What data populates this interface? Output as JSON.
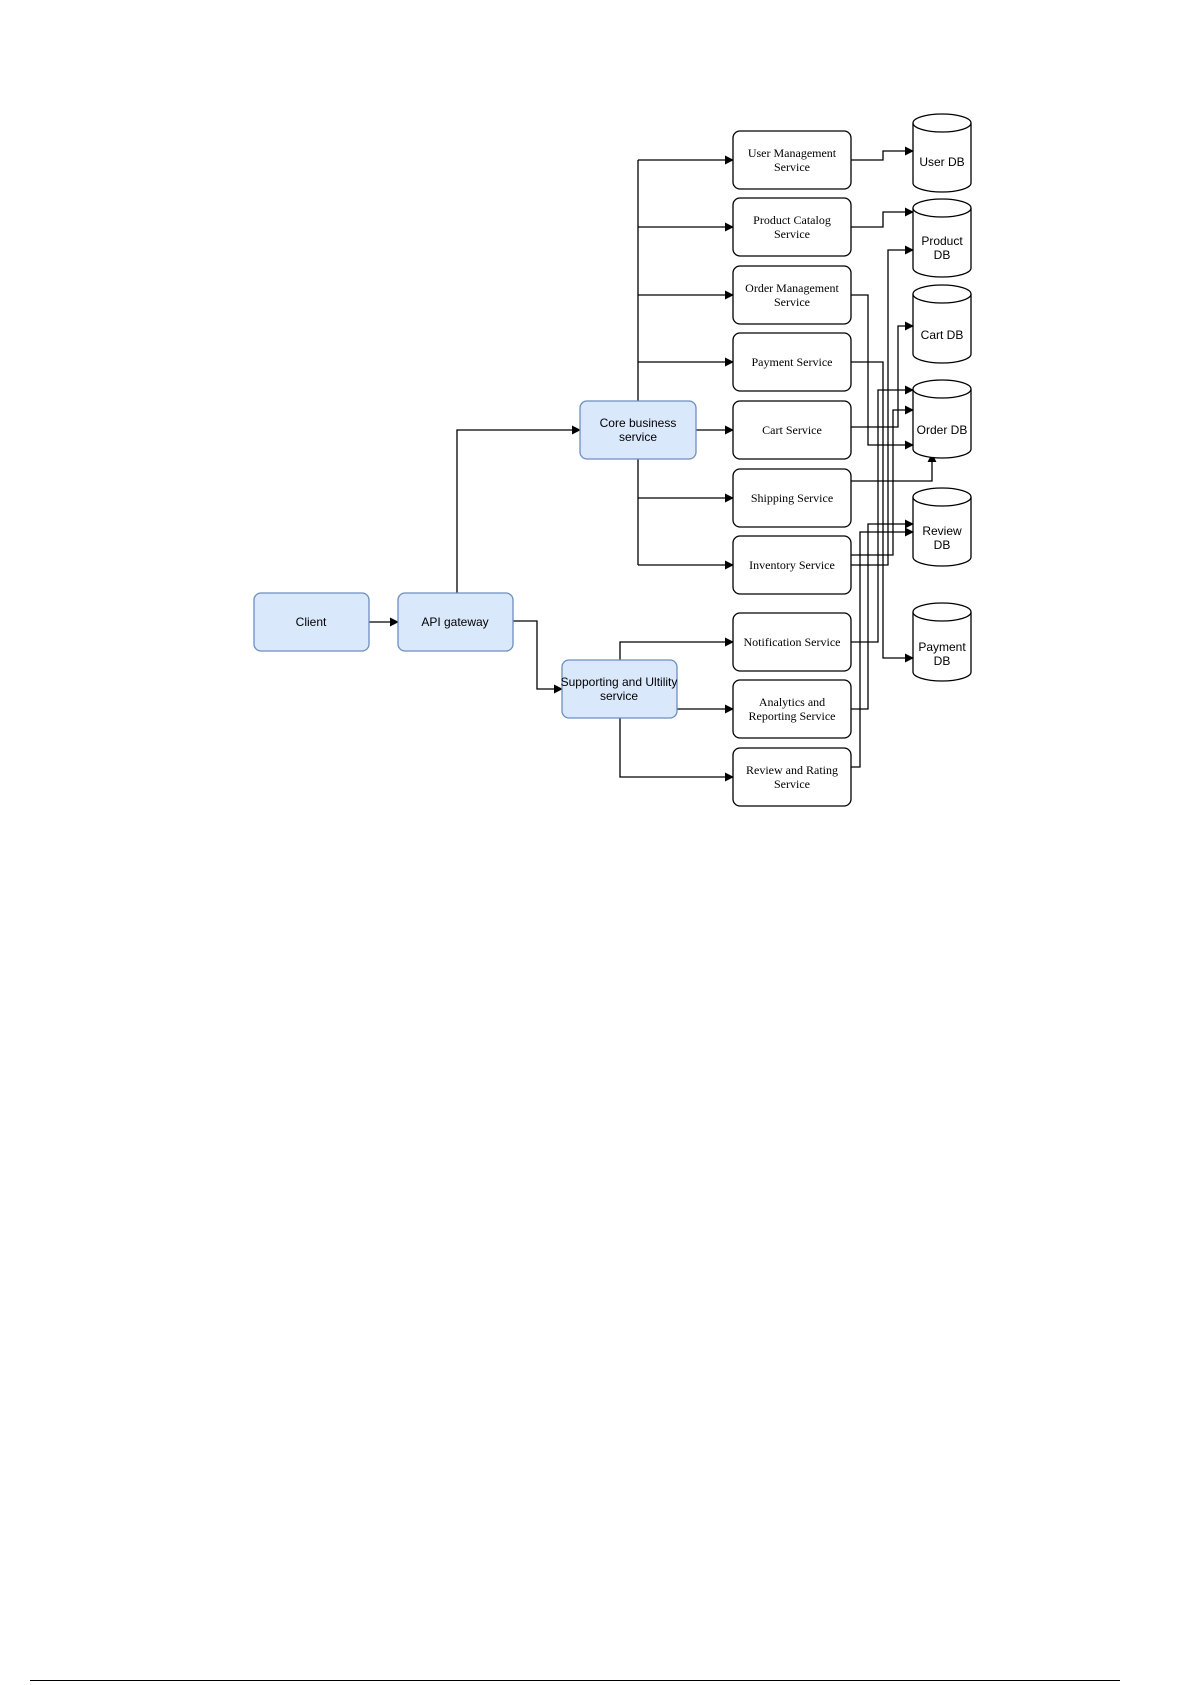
{
  "colors": {
    "page_background": "#ffffff",
    "gateway_fill": "#dae8fc",
    "gateway_stroke": "#6c8ebf",
    "service_fill": "#ffffff",
    "stroke": "#000000"
  },
  "nodes": {
    "client": [
      "Client"
    ],
    "api_gateway": [
      "API gateway"
    ],
    "core": [
      "Core business",
      "service"
    ],
    "support": [
      "Supporting and Ultility",
      "service"
    ],
    "user_mgmt": [
      "User Management",
      "Service"
    ],
    "product_catalog": [
      "Product Catalog",
      "Service"
    ],
    "order_mgmt": [
      "Order Management",
      "Service"
    ],
    "payment_svc": [
      "Payment Service"
    ],
    "cart_svc": [
      "Cart Service"
    ],
    "shipping_svc": [
      "Shipping Service"
    ],
    "inventory_svc": [
      "Inventory Service"
    ],
    "notification_svc": [
      "Notification Service"
    ],
    "analytics_svc": [
      "Analytics and",
      "Reporting Service"
    ],
    "review_svc": [
      "Review and Rating",
      "Service"
    ],
    "user_db": [
      "User DB"
    ],
    "product_db": [
      "Product",
      "DB"
    ],
    "cart_db": [
      "Cart DB"
    ],
    "order_db": [
      "Order DB"
    ],
    "review_db": [
      "Review",
      "DB"
    ],
    "payment_db": [
      "Payment",
      "DB"
    ]
  }
}
